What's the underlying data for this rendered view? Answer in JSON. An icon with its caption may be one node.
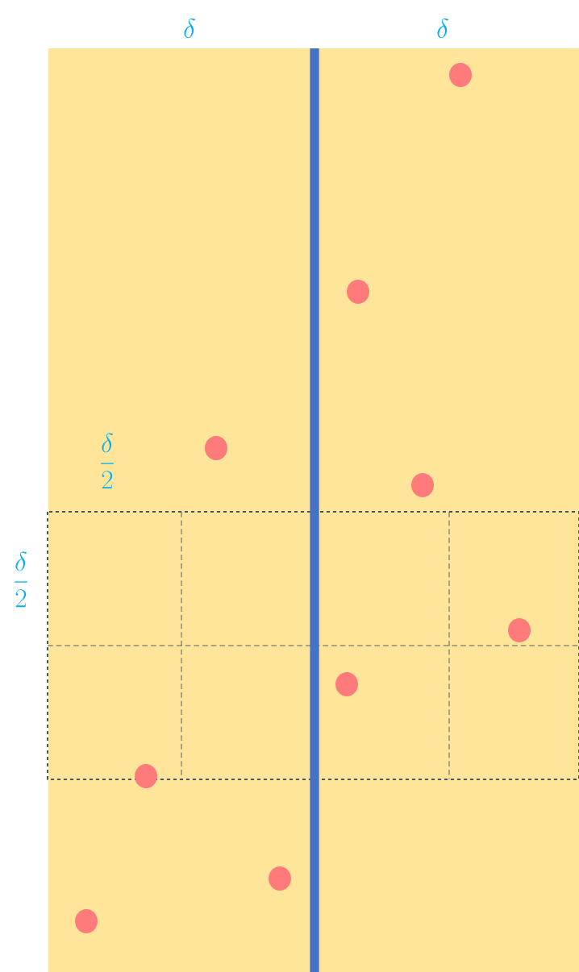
{
  "diagram": {
    "labels": [
      "\\delta",
      "\\delta",
      "\\frac{\\delta}{2}",
      "\\frac{\\delta}{2}"
    ]
  }
}
